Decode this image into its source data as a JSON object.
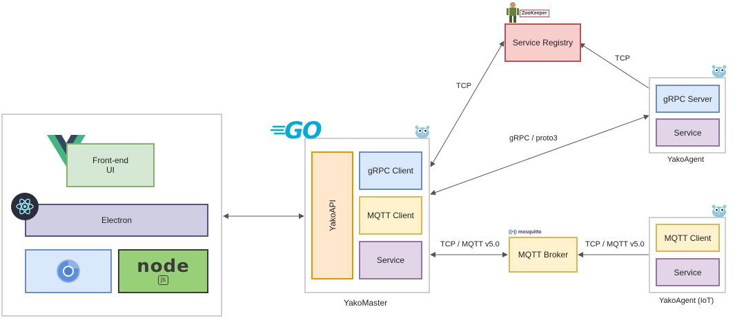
{
  "desktop": {
    "frontend_label": "Front-end\nUI",
    "electron_label": "Electron",
    "node_logo_text": "node",
    "node_sub_text": "js"
  },
  "master": {
    "go_logo_text": "GO",
    "yakoapi_label": "YakoAPI",
    "grpc_client_label": "gRPC Client",
    "mqtt_client_label": "MQTT Client",
    "service_label": "Service",
    "caption": "YakoMaster"
  },
  "registry": {
    "label": "Service Registry",
    "logo_text": "ZooKeeper"
  },
  "agent": {
    "grpc_server_label": "gRPC Server",
    "service_label": "Service",
    "caption": "YakoAgent"
  },
  "broker": {
    "label": "MQTT Broker",
    "logo_text": "mosquitto"
  },
  "iot_agent": {
    "mqtt_client_label": "MQTT Client",
    "service_label": "Service",
    "caption": "YakoAgent (IoT)"
  },
  "edges": {
    "tcp_master_registry": "TCP",
    "tcp_agent_registry": "TCP",
    "grpc": "gRPC / proto3",
    "mqtt_master_broker": "TCP / MQTT v5.0",
    "mqtt_broker_iot": "TCP / MQTT v5.0"
  },
  "colors": {
    "frame": "#cfcfcf",
    "green_fill": "#d5e8d4",
    "green_stroke": "#82b366",
    "purple_fill": "#d0cee2",
    "purple_stroke": "#56517e",
    "blue_fill": "#dae8fc",
    "blue_stroke": "#6c8ebf",
    "yellow_fill": "#fff2cc",
    "yellow_stroke": "#d6b656",
    "orange_fill": "#ffe6cc",
    "orange_stroke": "#d79b00",
    "lilac_fill": "#e1d5e7",
    "lilac_stroke": "#9673a6",
    "red_fill": "#f8cecc",
    "red_stroke": "#b85450",
    "node_fill": "#97d077",
    "node_stroke": "#3a3a3a",
    "go_blue": "#00acd7"
  }
}
